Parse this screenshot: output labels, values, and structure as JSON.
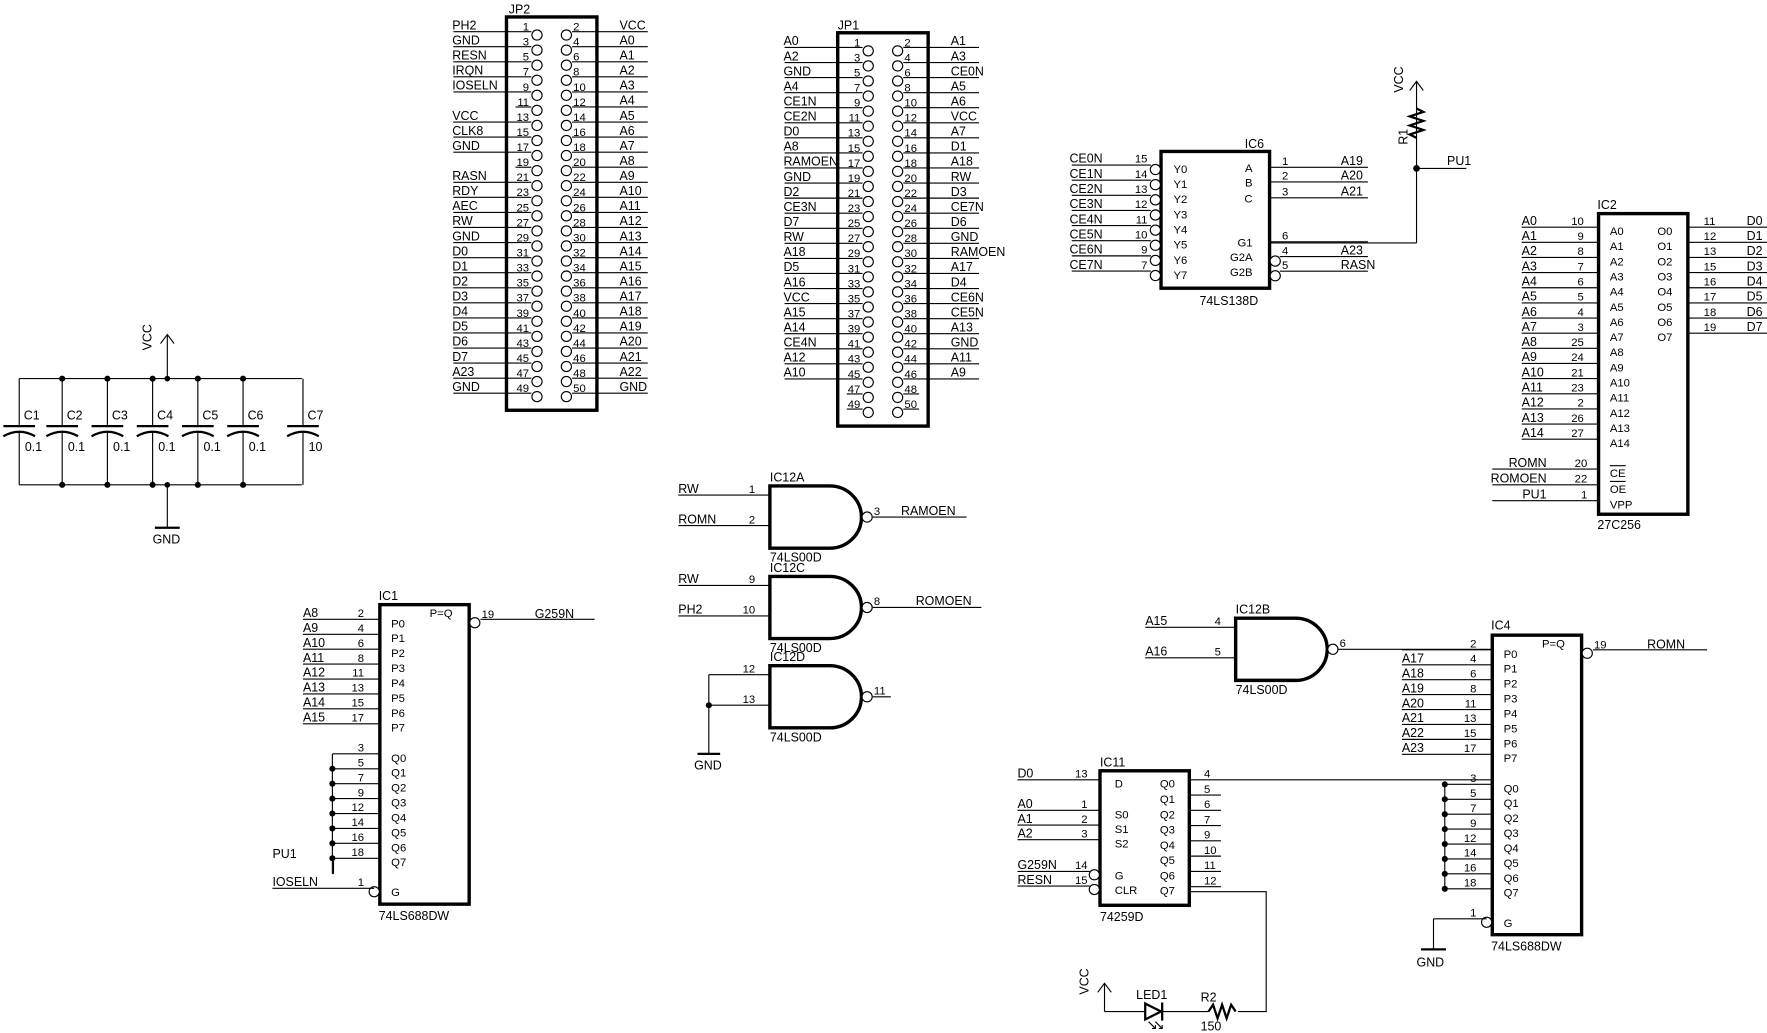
{
  "jp2": {
    "ref": "JP2",
    "left": [
      {
        "pin": "1",
        "net": "PH2"
      },
      {
        "pin": "3",
        "net": "GND"
      },
      {
        "pin": "5",
        "net": "RESN"
      },
      {
        "pin": "7",
        "net": "IRQN"
      },
      {
        "pin": "9",
        "net": "IOSELN"
      },
      {
        "pin": "11",
        "net": ""
      },
      {
        "pin": "13",
        "net": "VCC"
      },
      {
        "pin": "15",
        "net": "CLK8"
      },
      {
        "pin": "17",
        "net": "GND"
      },
      {
        "pin": "19",
        "net": ""
      },
      {
        "pin": "21",
        "net": "RASN"
      },
      {
        "pin": "23",
        "net": "RDY"
      },
      {
        "pin": "25",
        "net": "AEC"
      },
      {
        "pin": "27",
        "net": "RW"
      },
      {
        "pin": "29",
        "net": "GND"
      },
      {
        "pin": "31",
        "net": "D0"
      },
      {
        "pin": "33",
        "net": "D1"
      },
      {
        "pin": "35",
        "net": "D2"
      },
      {
        "pin": "37",
        "net": "D3"
      },
      {
        "pin": "39",
        "net": "D4"
      },
      {
        "pin": "41",
        "net": "D5"
      },
      {
        "pin": "43",
        "net": "D6"
      },
      {
        "pin": "45",
        "net": "D7"
      },
      {
        "pin": "47",
        "net": "A23"
      },
      {
        "pin": "49",
        "net": "GND"
      }
    ],
    "right": [
      {
        "pin": "2",
        "net": "VCC"
      },
      {
        "pin": "4",
        "net": "A0"
      },
      {
        "pin": "6",
        "net": "A1"
      },
      {
        "pin": "8",
        "net": "A2"
      },
      {
        "pin": "10",
        "net": "A3"
      },
      {
        "pin": "12",
        "net": "A4"
      },
      {
        "pin": "14",
        "net": "A5"
      },
      {
        "pin": "16",
        "net": "A6"
      },
      {
        "pin": "18",
        "net": "A7"
      },
      {
        "pin": "20",
        "net": "A8"
      },
      {
        "pin": "22",
        "net": "A9"
      },
      {
        "pin": "24",
        "net": "A10"
      },
      {
        "pin": "26",
        "net": "A11"
      },
      {
        "pin": "28",
        "net": "A12"
      },
      {
        "pin": "30",
        "net": "A13"
      },
      {
        "pin": "32",
        "net": "A14"
      },
      {
        "pin": "34",
        "net": "A15"
      },
      {
        "pin": "36",
        "net": "A16"
      },
      {
        "pin": "38",
        "net": "A17"
      },
      {
        "pin": "40",
        "net": "A18"
      },
      {
        "pin": "42",
        "net": "A19"
      },
      {
        "pin": "44",
        "net": "A20"
      },
      {
        "pin": "46",
        "net": "A21"
      },
      {
        "pin": "48",
        "net": "A22"
      },
      {
        "pin": "50",
        "net": "GND"
      }
    ]
  },
  "jp1": {
    "ref": "JP1",
    "left": [
      {
        "pin": "1",
        "net": "A0"
      },
      {
        "pin": "3",
        "net": "A2"
      },
      {
        "pin": "5",
        "net": "GND"
      },
      {
        "pin": "7",
        "net": "A4"
      },
      {
        "pin": "9",
        "net": "CE1N"
      },
      {
        "pin": "11",
        "net": "CE2N"
      },
      {
        "pin": "13",
        "net": "D0"
      },
      {
        "pin": "15",
        "net": "A8"
      },
      {
        "pin": "17",
        "net": "RAMOEN"
      },
      {
        "pin": "19",
        "net": "GND"
      },
      {
        "pin": "21",
        "net": "D2"
      },
      {
        "pin": "23",
        "net": "CE3N"
      },
      {
        "pin": "25",
        "net": "D7"
      },
      {
        "pin": "27",
        "net": "RW"
      },
      {
        "pin": "29",
        "net": "A18"
      },
      {
        "pin": "31",
        "net": "D5"
      },
      {
        "pin": "33",
        "net": "A16"
      },
      {
        "pin": "35",
        "net": "VCC"
      },
      {
        "pin": "37",
        "net": "A15"
      },
      {
        "pin": "39",
        "net": "A14"
      },
      {
        "pin": "41",
        "net": "CE4N"
      },
      {
        "pin": "43",
        "net": "A12"
      },
      {
        "pin": "45",
        "net": "A10"
      },
      {
        "pin": "47",
        "net": ""
      },
      {
        "pin": "49",
        "net": ""
      }
    ],
    "right": [
      {
        "pin": "2",
        "net": "A1"
      },
      {
        "pin": "4",
        "net": "A3"
      },
      {
        "pin": "6",
        "net": "CE0N"
      },
      {
        "pin": "8",
        "net": "A5"
      },
      {
        "pin": "10",
        "net": "A6"
      },
      {
        "pin": "12",
        "net": "VCC"
      },
      {
        "pin": "14",
        "net": "A7"
      },
      {
        "pin": "16",
        "net": "D1"
      },
      {
        "pin": "18",
        "net": "A18"
      },
      {
        "pin": "20",
        "net": "RW"
      },
      {
        "pin": "22",
        "net": "D3"
      },
      {
        "pin": "24",
        "net": "CE7N"
      },
      {
        "pin": "26",
        "net": "D6"
      },
      {
        "pin": "28",
        "net": "GND"
      },
      {
        "pin": "30",
        "net": "RAMOEN"
      },
      {
        "pin": "32",
        "net": "A17"
      },
      {
        "pin": "34",
        "net": "D4"
      },
      {
        "pin": "36",
        "net": "CE6N"
      },
      {
        "pin": "38",
        "net": "CE5N"
      },
      {
        "pin": "40",
        "net": "A13"
      },
      {
        "pin": "42",
        "net": "GND"
      },
      {
        "pin": "44",
        "net": "A11"
      },
      {
        "pin": "46",
        "net": "A9"
      },
      {
        "pin": "48",
        "net": ""
      },
      {
        "pin": "50",
        "net": ""
      }
    ]
  },
  "ic6": {
    "ref": "IC6",
    "part": "74LS138D",
    "outputs": [
      {
        "pin": "15",
        "name": "Y0",
        "net": "CE0N"
      },
      {
        "pin": "14",
        "name": "Y1",
        "net": "CE1N"
      },
      {
        "pin": "13",
        "name": "Y2",
        "net": "CE2N"
      },
      {
        "pin": "12",
        "name": "Y3",
        "net": "CE3N"
      },
      {
        "pin": "11",
        "name": "Y4",
        "net": "CE4N"
      },
      {
        "pin": "10",
        "name": "Y5",
        "net": "CE5N"
      },
      {
        "pin": "9",
        "name": "Y6",
        "net": "CE6N"
      },
      {
        "pin": "7",
        "name": "Y7",
        "net": "CE7N"
      }
    ],
    "inputs": [
      {
        "pin": "1",
        "name": "A",
        "net": "A19"
      },
      {
        "pin": "2",
        "name": "B",
        "net": "A20"
      },
      {
        "pin": "3",
        "name": "C",
        "net": "A21"
      },
      {
        "pin": "6",
        "name": "G1",
        "net": ""
      },
      {
        "pin": "4",
        "name": "G2A",
        "net": "A23"
      },
      {
        "pin": "5",
        "name": "G2B",
        "net": "RASN"
      }
    ]
  },
  "r1": {
    "ref": "R1",
    "supply": "VCC",
    "net": "PU1"
  },
  "ic2": {
    "ref": "IC2",
    "part": "27C256",
    "addr": [
      {
        "pin": "10",
        "name": "A0",
        "net": "A0"
      },
      {
        "pin": "9",
        "name": "A1",
        "net": "A1"
      },
      {
        "pin": "8",
        "name": "A2",
        "net": "A2"
      },
      {
        "pin": "7",
        "name": "A3",
        "net": "A3"
      },
      {
        "pin": "6",
        "name": "A4",
        "net": "A4"
      },
      {
        "pin": "5",
        "name": "A5",
        "net": "A5"
      },
      {
        "pin": "4",
        "name": "A6",
        "net": "A6"
      },
      {
        "pin": "3",
        "name": "A7",
        "net": "A7"
      },
      {
        "pin": "25",
        "name": "A8",
        "net": "A8"
      },
      {
        "pin": "24",
        "name": "A9",
        "net": "A9"
      },
      {
        "pin": "21",
        "name": "A10",
        "net": "A10"
      },
      {
        "pin": "23",
        "name": "A11",
        "net": "A11"
      },
      {
        "pin": "2",
        "name": "A12",
        "net": "A12"
      },
      {
        "pin": "26",
        "name": "A13",
        "net": "A13"
      },
      {
        "pin": "27",
        "name": "A14",
        "net": "A14"
      }
    ],
    "ctrl": [
      {
        "pin": "20",
        "name": "CE",
        "net": "ROMN",
        "overline": true
      },
      {
        "pin": "22",
        "name": "OE",
        "net": "ROMOEN",
        "overline": true
      },
      {
        "pin": "1",
        "name": "VPP",
        "net": "PU1",
        "overline": false
      }
    ],
    "data": [
      {
        "pin": "11",
        "name": "O0",
        "net": "D0"
      },
      {
        "pin": "12",
        "name": "O1",
        "net": "D1"
      },
      {
        "pin": "13",
        "name": "O2",
        "net": "D2"
      },
      {
        "pin": "15",
        "name": "O3",
        "net": "D3"
      },
      {
        "pin": "16",
        "name": "O4",
        "net": "D4"
      },
      {
        "pin": "17",
        "name": "O5",
        "net": "D5"
      },
      {
        "pin": "18",
        "name": "O6",
        "net": "D6"
      },
      {
        "pin": "19",
        "name": "O7",
        "net": "D7"
      }
    ]
  },
  "caps": {
    "supply": "VCC",
    "ground": "GND",
    "items": [
      {
        "ref": "C1",
        "value": "0.1"
      },
      {
        "ref": "C2",
        "value": "0.1"
      },
      {
        "ref": "C3",
        "value": "0.1"
      },
      {
        "ref": "C4",
        "value": "0.1"
      },
      {
        "ref": "C5",
        "value": "0.1"
      },
      {
        "ref": "C6",
        "value": "0.1"
      },
      {
        "ref": "C7",
        "value": "10"
      }
    ]
  },
  "gates": [
    {
      "ref": "IC12A",
      "part": "74LS00D",
      "in1": {
        "pin": "1",
        "net": "RW"
      },
      "in2": {
        "pin": "2",
        "net": "ROMN"
      },
      "out": {
        "pin": "3",
        "net": "RAMOEN"
      }
    },
    {
      "ref": "IC12C",
      "part": "74LS00D",
      "in1": {
        "pin": "9",
        "net": "RW"
      },
      "in2": {
        "pin": "10",
        "net": "PH2"
      },
      "out": {
        "pin": "8",
        "net": "ROMOEN"
      }
    },
    {
      "ref": "IC12D",
      "part": "74LS00D",
      "in1": {
        "pin": "12",
        "net": ""
      },
      "in2": {
        "pin": "13",
        "net": ""
      },
      "out": {
        "pin": "11",
        "net": ""
      },
      "ground": "GND"
    },
    {
      "ref": "IC12B",
      "part": "74LS00D",
      "in1": {
        "pin": "4",
        "net": "A15"
      },
      "in2": {
        "pin": "5",
        "net": "A16"
      },
      "out": {
        "pin": "6",
        "net": ""
      }
    }
  ],
  "ic1": {
    "ref": "IC1",
    "part": "74LS688DW",
    "eq_label": "P=Q",
    "p": [
      {
        "pin": "2",
        "name": "P0",
        "net": "A8"
      },
      {
        "pin": "4",
        "name": "P1",
        "net": "A9"
      },
      {
        "pin": "6",
        "name": "P2",
        "net": "A10"
      },
      {
        "pin": "8",
        "name": "P3",
        "net": "A11"
      },
      {
        "pin": "11",
        "name": "P4",
        "net": "A12"
      },
      {
        "pin": "13",
        "name": "P5",
        "net": "A13"
      },
      {
        "pin": "15",
        "name": "P6",
        "net": "A14"
      },
      {
        "pin": "17",
        "name": "P7",
        "net": "A15"
      }
    ],
    "q": [
      {
        "pin": "3",
        "name": "Q0"
      },
      {
        "pin": "5",
        "name": "Q1"
      },
      {
        "pin": "7",
        "name": "Q2"
      },
      {
        "pin": "9",
        "name": "Q3"
      },
      {
        "pin": "12",
        "name": "Q4"
      },
      {
        "pin": "14",
        "name": "Q5"
      },
      {
        "pin": "16",
        "name": "Q6"
      },
      {
        "pin": "18",
        "name": "Q7"
      }
    ],
    "q_net": "PU1",
    "g": {
      "pin": "1",
      "name": "G",
      "net": "IOSELN"
    },
    "out": {
      "pin": "19",
      "net": "G259N"
    }
  },
  "ic4": {
    "ref": "IC4",
    "part": "74LS688DW",
    "eq_label": "P=Q",
    "p": [
      {
        "pin": "2",
        "name": "P0",
        "net": ""
      },
      {
        "pin": "4",
        "name": "P1",
        "net": "A17"
      },
      {
        "pin": "6",
        "name": "P2",
        "net": "A18"
      },
      {
        "pin": "8",
        "name": "P3",
        "net": "A19"
      },
      {
        "pin": "11",
        "name": "P4",
        "net": "A20"
      },
      {
        "pin": "13",
        "name": "P5",
        "net": "A21"
      },
      {
        "pin": "15",
        "name": "P6",
        "net": "A22"
      },
      {
        "pin": "17",
        "name": "P7",
        "net": "A23"
      }
    ],
    "q": [
      {
        "pin": "3",
        "name": "Q0"
      },
      {
        "pin": "5",
        "name": "Q1"
      },
      {
        "pin": "7",
        "name": "Q2"
      },
      {
        "pin": "9",
        "name": "Q3"
      },
      {
        "pin": "12",
        "name": "Q4"
      },
      {
        "pin": "14",
        "name": "Q5"
      },
      {
        "pin": "16",
        "name": "Q6"
      },
      {
        "pin": "18",
        "name": "Q7"
      }
    ],
    "g": {
      "pin": "1",
      "name": "G",
      "net": "GND"
    },
    "out": {
      "pin": "19",
      "net": "ROMN"
    }
  },
  "ic11": {
    "ref": "IC11",
    "part": "74259D",
    "left": [
      {
        "pin": "13",
        "name": "D",
        "net": "D0"
      },
      {
        "pin": "1",
        "name": "S0",
        "net": "A0"
      },
      {
        "pin": "2",
        "name": "S1",
        "net": "A1"
      },
      {
        "pin": "3",
        "name": "S2",
        "net": "A2"
      },
      {
        "pin": "14",
        "name": "G",
        "net": "G259N"
      },
      {
        "pin": "15",
        "name": "CLR",
        "net": "RESN"
      }
    ],
    "right": [
      {
        "pin": "4",
        "name": "Q0"
      },
      {
        "pin": "5",
        "name": "Q1"
      },
      {
        "pin": "6",
        "name": "Q2"
      },
      {
        "pin": "7",
        "name": "Q3"
      },
      {
        "pin": "9",
        "name": "Q4"
      },
      {
        "pin": "10",
        "name": "Q5"
      },
      {
        "pin": "11",
        "name": "Q6"
      },
      {
        "pin": "12",
        "name": "Q7"
      }
    ]
  },
  "led": {
    "ref": "LED1",
    "supply": "VCC"
  },
  "r2": {
    "ref": "R2",
    "value": "150"
  }
}
